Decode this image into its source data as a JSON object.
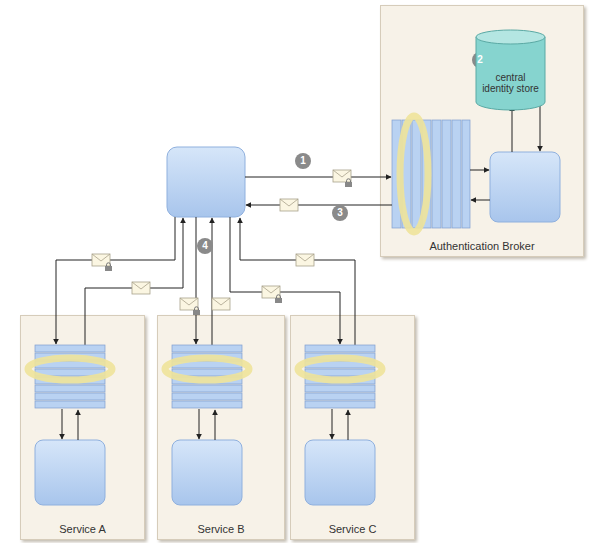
{
  "diagram": {
    "nodes": [
      {
        "text": [
          "Authentication Broker"
        ]
      },
      {
        "text": [
          "central identity store"
        ],
        "in": 0
      },
      {
        "text": [
          "Service A"
        ]
      },
      {
        "text": [
          "Service B"
        ]
      },
      {
        "text": [
          "Service C"
        ]
      }
    ],
    "labels": [
      "1",
      "2",
      "3",
      "4"
    ]
  }
}
